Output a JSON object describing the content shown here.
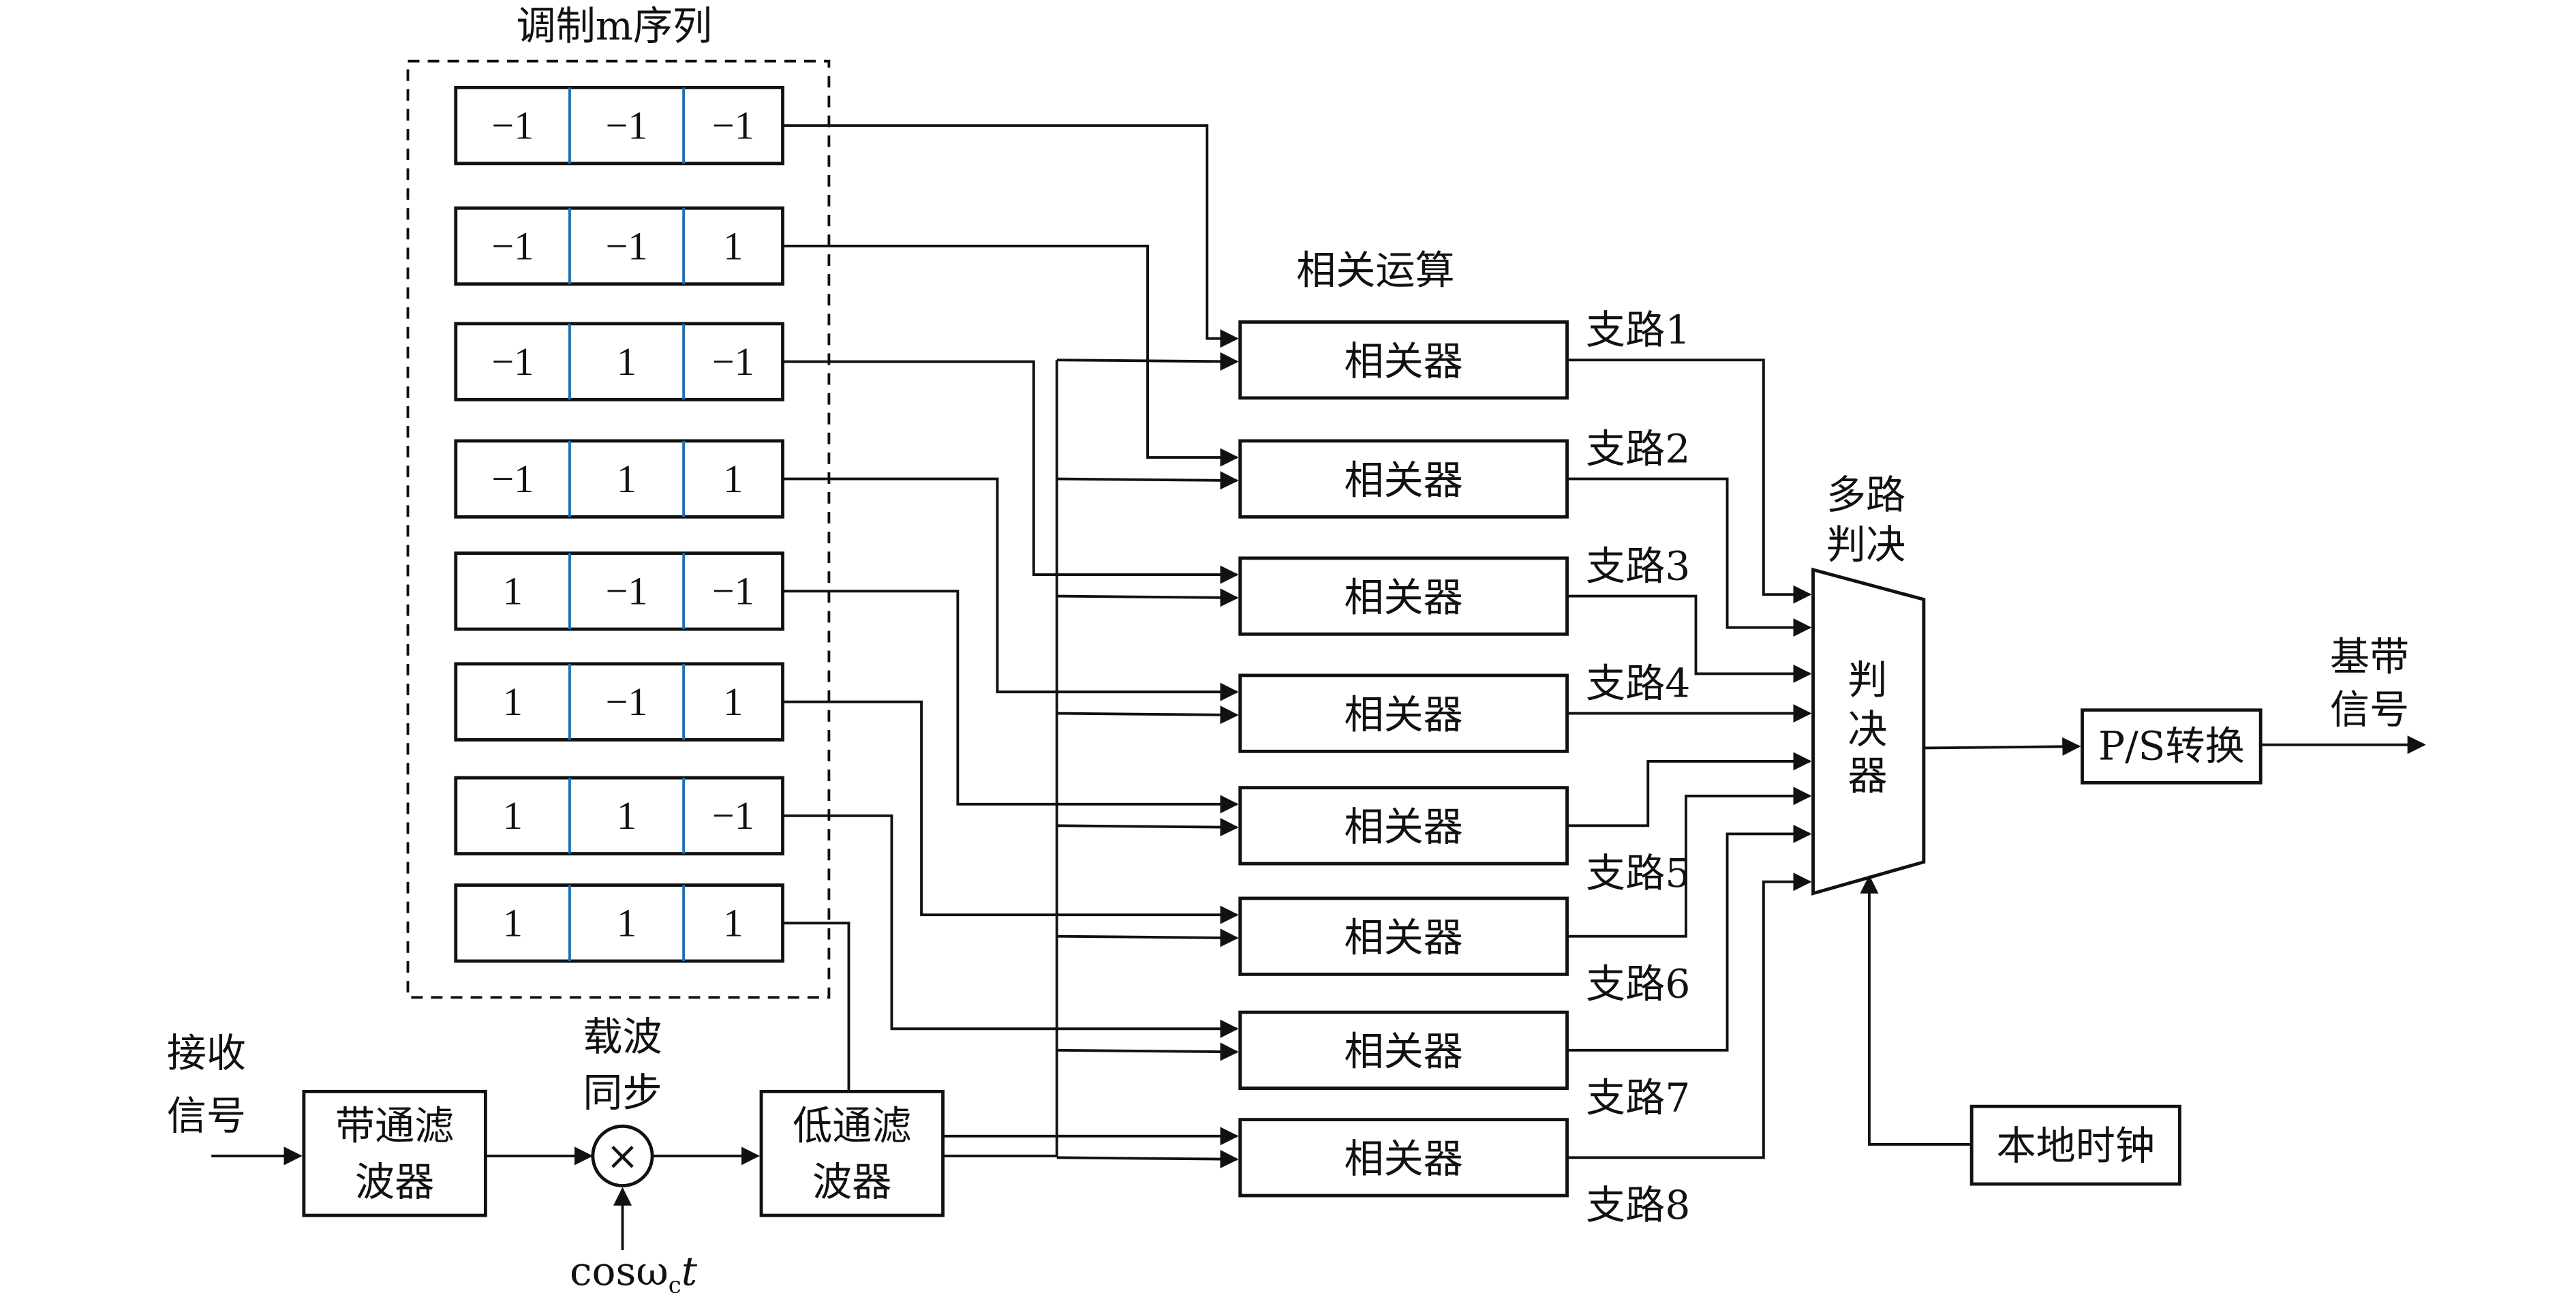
{
  "title": "调制m序列",
  "correlation_title": "相关运算",
  "sequences": [
    [
      "−1",
      "−1",
      "−1"
    ],
    [
      "−1",
      "−1",
      "1"
    ],
    [
      "−1",
      "1",
      "−1"
    ],
    [
      "−1",
      "1",
      "1"
    ],
    [
      "1",
      "−1",
      "−1"
    ],
    [
      "1",
      "−1",
      "1"
    ],
    [
      "1",
      "1",
      "−1"
    ],
    [
      "1",
      "1",
      "1"
    ]
  ],
  "correlator_label": "相关器",
  "branches": [
    "支路1",
    "支路2",
    "支路3",
    "支路4",
    "支路5",
    "支路6",
    "支路7",
    "支路8"
  ],
  "multi_decision_label": [
    "多路",
    "判决"
  ],
  "decider_label": [
    "判",
    "决",
    "器"
  ],
  "ps_label": "P/S转换",
  "output_label": [
    "基带",
    "信号"
  ],
  "clock_label": "本地时钟",
  "input_label": [
    "接收",
    "信号"
  ],
  "bpf_label": [
    "带通滤",
    "波器"
  ],
  "carrier_label": [
    "载波",
    "同步"
  ],
  "mixer_symbol": "×",
  "carrier_signal": "cosω",
  "carrier_sub": "c",
  "carrier_t": "t",
  "lpf_label": [
    "低通滤",
    "波器"
  ],
  "colors": {
    "line": "#111111",
    "divider": "#1f6fb5"
  }
}
